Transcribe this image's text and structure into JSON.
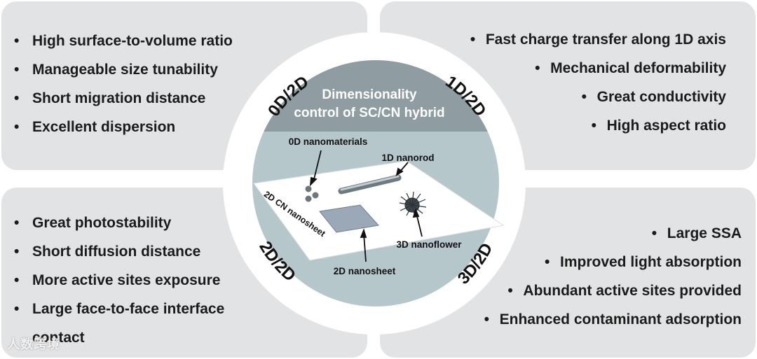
{
  "panels": {
    "top_left": [
      "High surface-to-volume ratio",
      "Manageable size tunability",
      "Short migration distance",
      "Excellent dispersion"
    ],
    "top_right": [
      "Fast charge transfer along 1D axis",
      "Mechanical deformability",
      "Great conductivity",
      "High aspect ratio"
    ],
    "bottom_left": [
      "Great photostability",
      "Short diffusion distance",
      "More active sites exposure",
      "Large face-to-face interface",
      "contact"
    ],
    "bottom_right": [
      "Large SSA",
      "Improved light absorption",
      "Abundant active sites provided",
      "Enhanced contaminant adsorption"
    ]
  },
  "bullet_char": "•",
  "ring_labels": {
    "top_left": "0D/2D",
    "top_right": "1D/2D",
    "bottom_left": "2D/2D",
    "bottom_right": "3D/2D"
  },
  "center": {
    "title_line1": "Dimensionality",
    "title_line2": "control of SC/CN hybrid",
    "labels": {
      "zero_d": "0D nanomaterials",
      "one_d": "1D nanorod",
      "cn_sheet": "2D CN nanosheet",
      "three_d": "3D nanoflower",
      "two_d": "2D nanosheet"
    }
  },
  "colors": {
    "panel_bg": "#e1e3e5",
    "circle_top": "#8f9da3",
    "circle_bottom": "#b6c7cc",
    "title_text": "#ffffff"
  },
  "watermark": "人数跨境"
}
